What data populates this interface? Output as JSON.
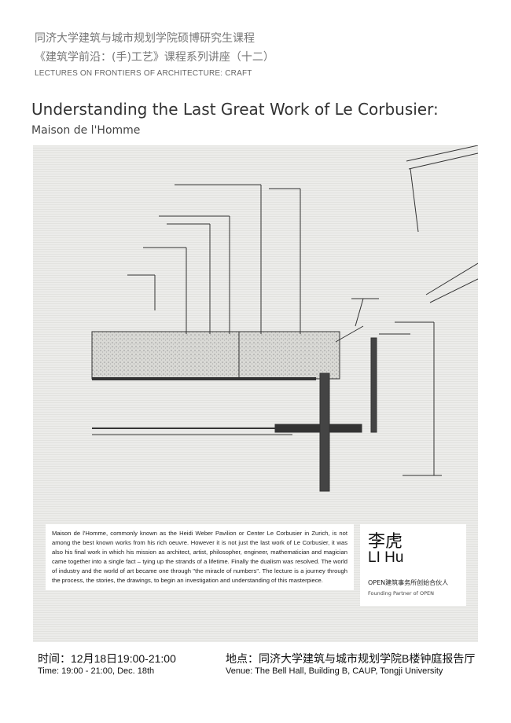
{
  "header": {
    "course_cn": "同济大学建筑与城市规划学院硕博研究生课程",
    "series_cn": "《建筑学前沿：(手)工艺》课程系列讲座（十二）",
    "series_en": "LECTURES ON FRONTIERS OF ARCHITECTURE: CRAFT"
  },
  "lecture": {
    "title": "Understanding the Last Great Work of Le Corbusier:",
    "subtitle": "Maison de l'Homme",
    "description": "Maison de l'Homme, commonly known as the Heidi Weber Pavilion or Center Le Corbusier in Zurich, is not among the best known works from his rich oeuvre. However it is not just the last work of Le Corbusier, it was also his final work in which his mission as architect, artist, philosopher, engineer, mathematician and magician came together into a single fact – tying up the strands of a lifetime. Finally the dualism was resolved. The world of industry and the world of art became one through \"the miracle of numbers\". The lecture is a journey through the process, the stories, the drawings, to begin an investigation and understanding of this masterpiece."
  },
  "speaker": {
    "name_cn": "李虎",
    "name_en": "LI Hu",
    "role_cn": "OPEN建筑事务所创始合伙人",
    "role_en": "Founding Partner of OPEN"
  },
  "footer": {
    "time_cn": "时间：12月18日19:00-21:00",
    "time_en": "Time: 19:00 - 21:00, Dec. 18th",
    "venue_cn": "地点：同济大学建筑与城市规划学院B楼钟庭报告厅",
    "venue_en": "Venue: The Bell Hall, Building B, CAUP, Tongji University"
  }
}
